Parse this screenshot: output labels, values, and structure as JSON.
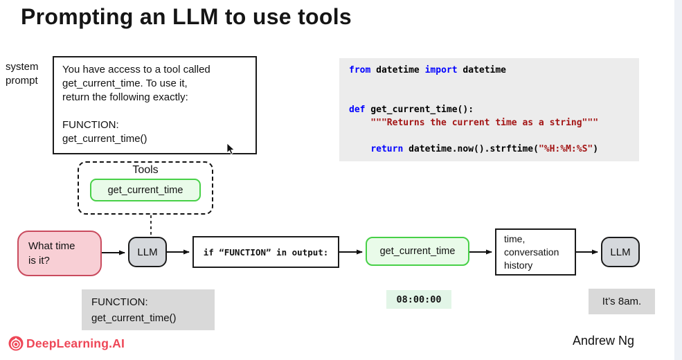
{
  "title": "Prompting an LLM to use tools",
  "system_prompt": {
    "label": "system prompt",
    "lines": [
      "You have access to a tool called",
      "get_current_time. To use it,",
      "return the following exactly:",
      "",
      "FUNCTION:",
      "get_current_time()"
    ]
  },
  "code_block": {
    "lines": [
      [
        {
          "t": "from",
          "c": "kw"
        },
        {
          "t": " datetime ",
          "c": "plain"
        },
        {
          "t": "import",
          "c": "kw"
        },
        {
          "t": " datetime",
          "c": "plain"
        }
      ],
      [],
      [],
      [
        {
          "t": "def",
          "c": "kw"
        },
        {
          "t": " get_current_time():",
          "c": "plain"
        }
      ],
      [
        {
          "t": "    \"\"\"Returns the current time as a string\"\"\"",
          "c": "str"
        }
      ],
      [],
      [
        {
          "t": "    ",
          "c": "plain"
        },
        {
          "t": "return",
          "c": "kw"
        },
        {
          "t": " datetime.now().strftime(",
          "c": "plain"
        },
        {
          "t": "\"%H:%M:%S\"",
          "c": "str"
        },
        {
          "t": ")",
          "c": "plain"
        }
      ]
    ]
  },
  "tools": {
    "title": "Tools",
    "tool_name": "get_current_time"
  },
  "flow": {
    "user_query": [
      "What time",
      "is it?"
    ],
    "llm1_label": "LLM",
    "condition": "if “FUNCTION” in output:",
    "tool_call": "get_current_time",
    "context": [
      "time,",
      "conversation",
      "history"
    ],
    "llm2_label": "LLM"
  },
  "outputs": {
    "function_call": [
      "FUNCTION:",
      "get_current_time()"
    ],
    "tool_result": "08:00:00",
    "final_answer": "It’s 8am."
  },
  "footer": {
    "logo_text": "DeepLearning.AI",
    "author": "Andrew Ng"
  },
  "colors": {
    "green_border": "#47d047",
    "green_fill": "#e9fbe9",
    "pink_border": "#c94b5e",
    "pink_fill": "#f8cfd5",
    "gray_fill": "#d5d8dc",
    "gray_label": "#d9d9d9",
    "result_fill": "#e2f5e7",
    "code_keyword": "#0000ff",
    "code_string": "#a31515",
    "logo_red": "#ee4757",
    "edge_strip": "#eef1f6"
  }
}
